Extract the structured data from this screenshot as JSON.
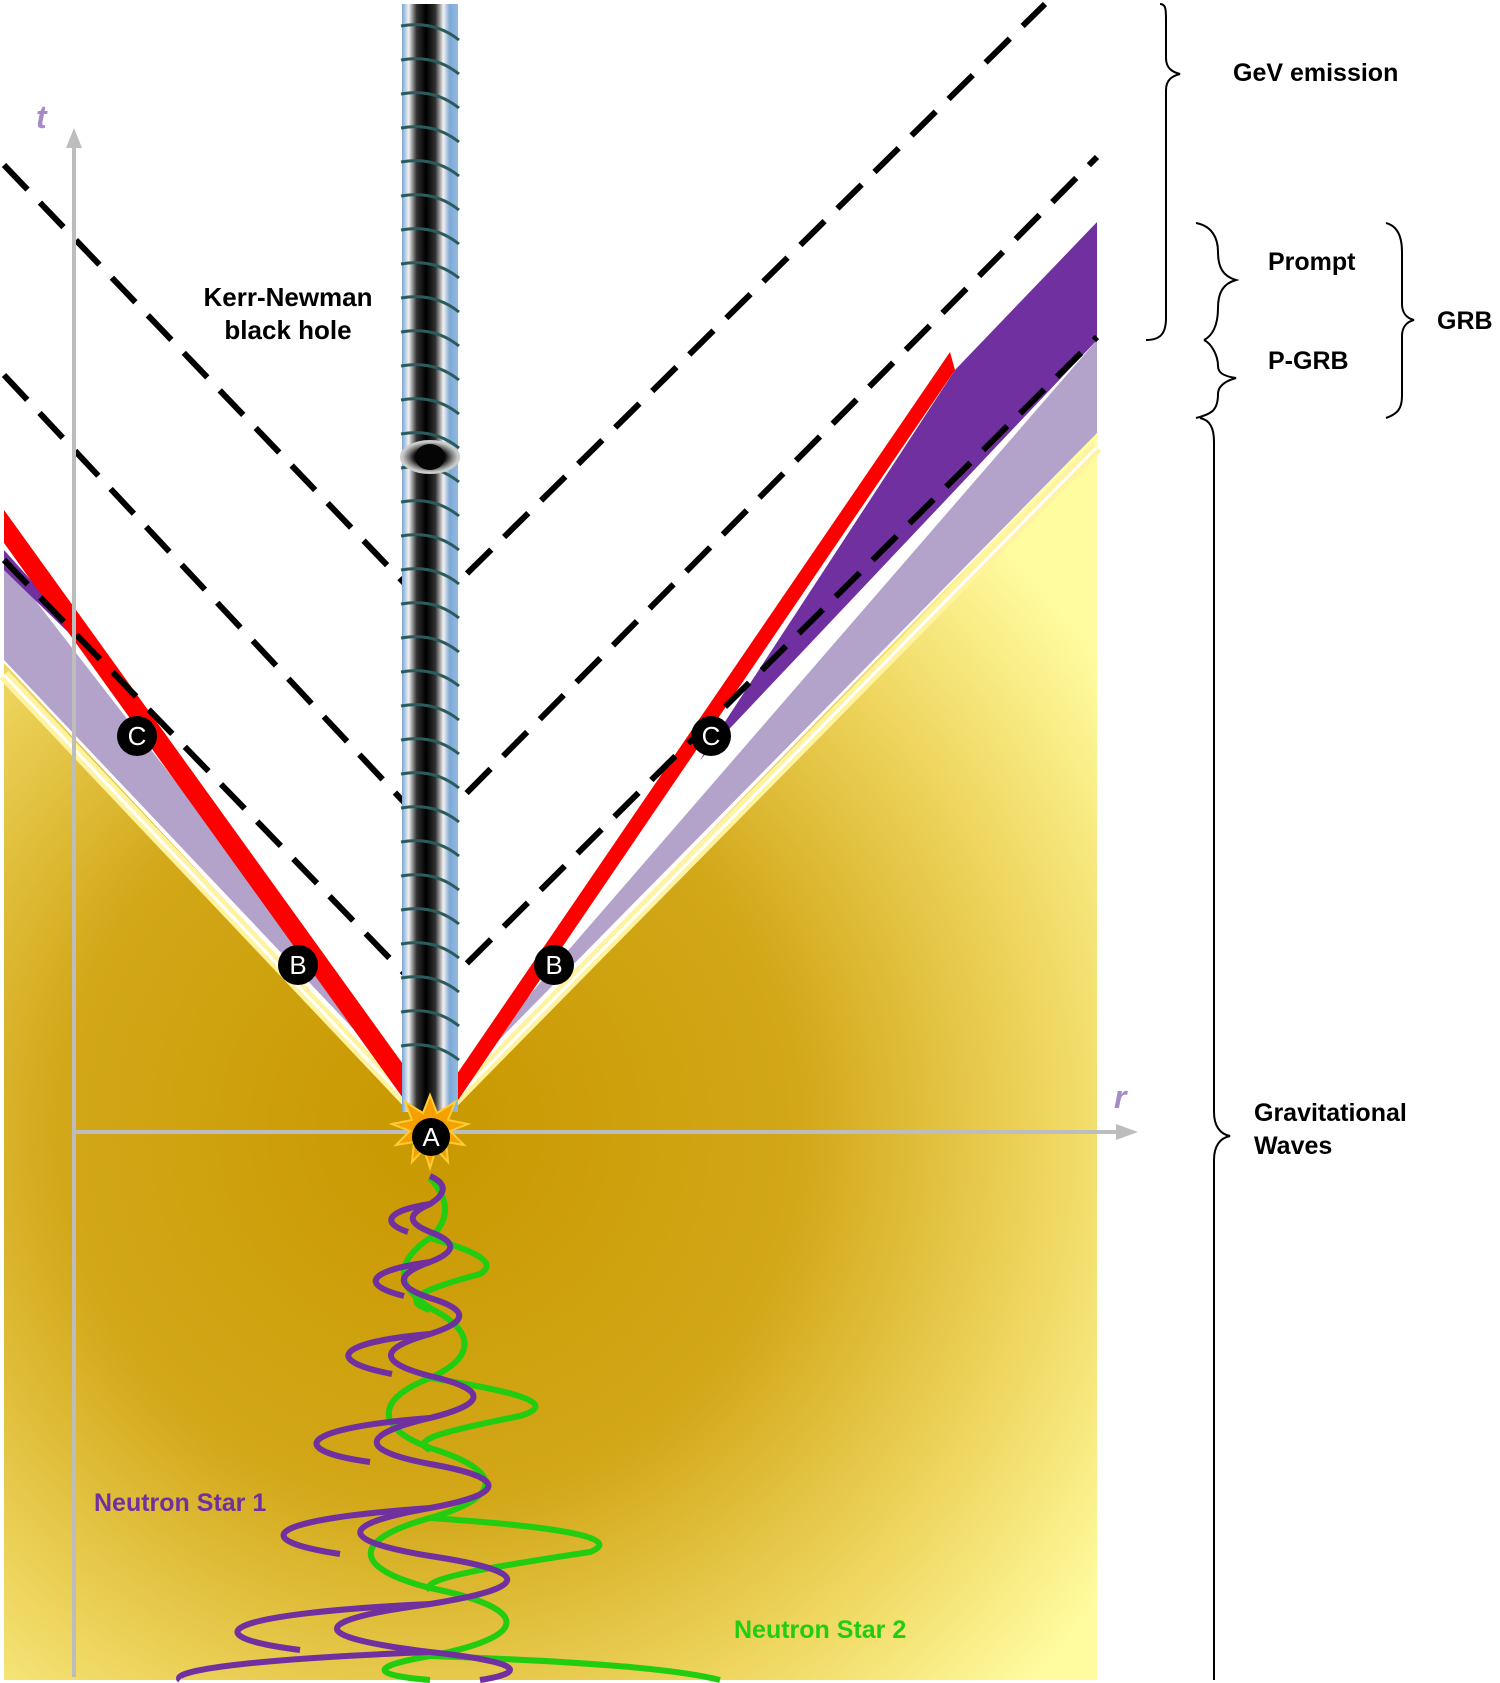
{
  "axes": {
    "t_label": "t",
    "r_label": "r"
  },
  "black_hole": {
    "label_line1": "Kerr-Newman",
    "label_line2": "black hole"
  },
  "markers": {
    "a": "A",
    "b": "B",
    "c": "C"
  },
  "stars": {
    "star1": "Neutron Star 1",
    "star2": "Neutron Star  2"
  },
  "phases": {
    "gev": "GeV emission",
    "prompt": "Prompt",
    "pgrb": "P-GRB",
    "grb": "GRB",
    "gw_line1": "Gravitational",
    "gw_line2": "Waves"
  },
  "colors": {
    "gold": "#c99800",
    "pale_yellow": "#fffca0",
    "purple": "#7030a0",
    "lavender": "#b3a2c9",
    "red": "#ff0000",
    "green": "#22cc11",
    "axis": "#bdbdbd",
    "axis_label": "#a68cc6"
  }
}
